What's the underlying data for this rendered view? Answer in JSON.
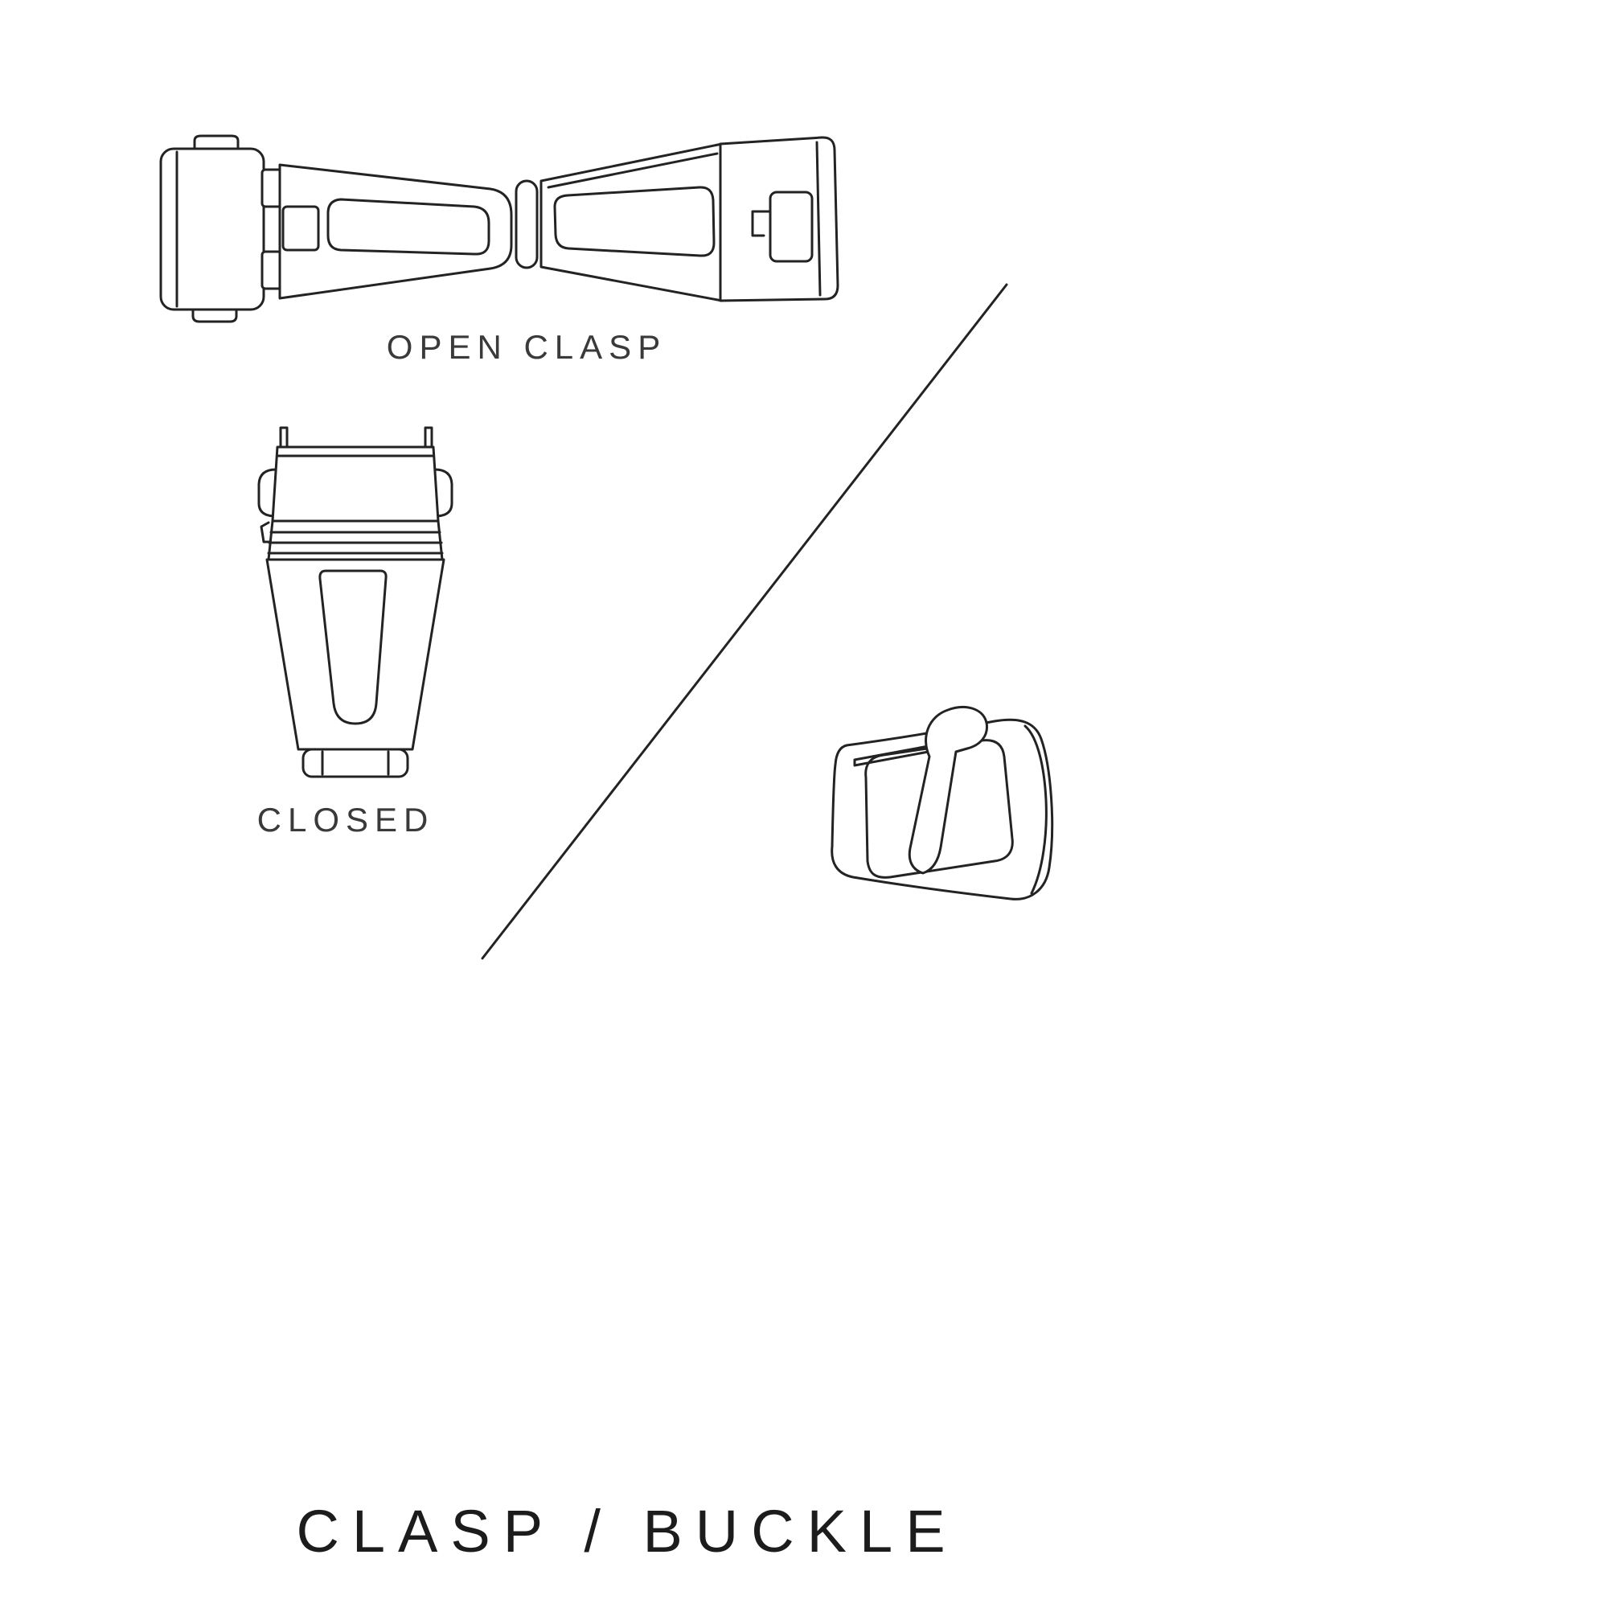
{
  "page": {
    "background": "#ffffff",
    "line_color": "#232323",
    "text_color": "#3a3a3a",
    "title_color": "#1c1c1c"
  },
  "figures": {
    "open_clasp": {
      "label": "OPEN CLASP",
      "icon": "open-clasp-line-art"
    },
    "closed_clasp": {
      "label": "CLOSED",
      "icon": "closed-clasp-line-art"
    },
    "buckle": {
      "icon": "tang-buckle-line-art"
    }
  },
  "divider": {
    "icon": "diagonal-divider-line"
  },
  "title": "CLASP / BUCKLE"
}
